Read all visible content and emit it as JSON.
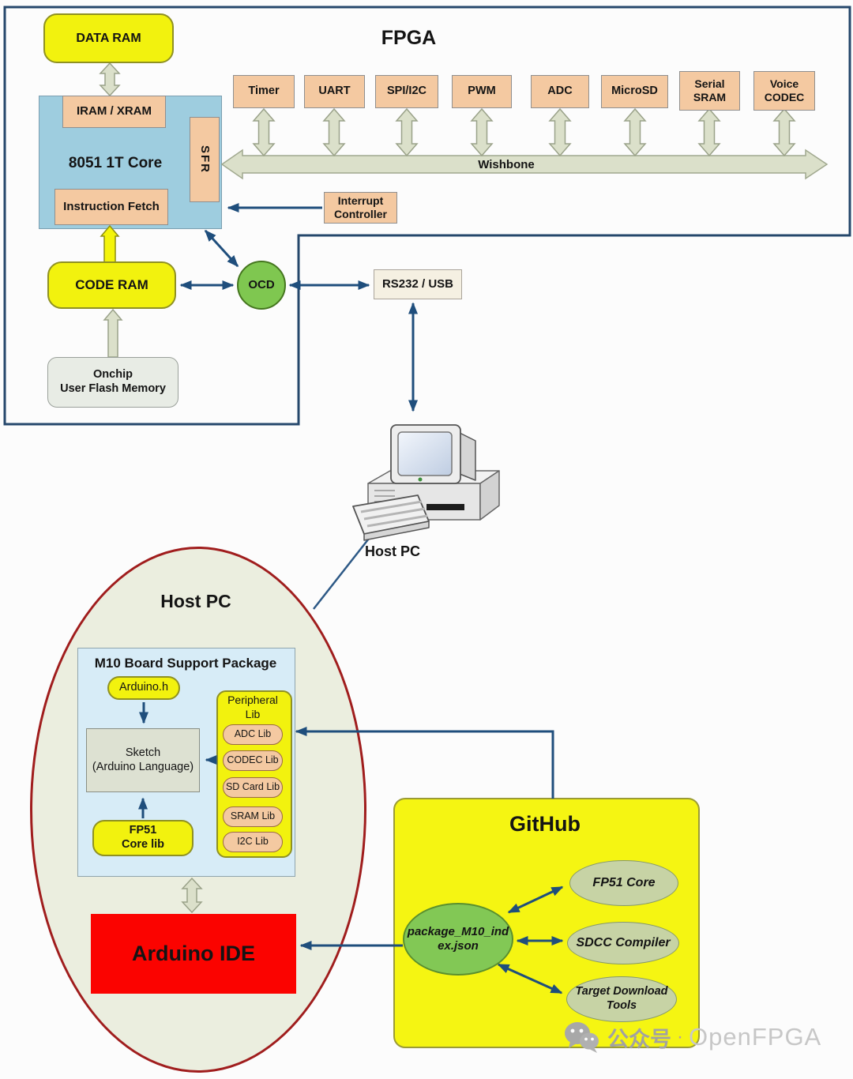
{
  "fpga": {
    "title": "FPGA",
    "bus_label": "Wishbone",
    "data_ram": "DATA RAM",
    "iram": "IRAM / XRAM",
    "core": "8051 1T Core",
    "sfr": "SFR",
    "fetch": "Instruction Fetch",
    "interrupt": {
      "line1": "Interrupt",
      "line2": "Controller"
    },
    "code_ram": "CODE RAM",
    "ocd": "OCD",
    "onchip": {
      "line1": "Onchip",
      "line2": "User Flash Memory"
    },
    "peripherals": [
      {
        "label": "Timer"
      },
      {
        "label": "UART"
      },
      {
        "label": "SPI/I2C"
      },
      {
        "label": "PWM"
      },
      {
        "label": "ADC"
      },
      {
        "label": "MicroSD"
      },
      {
        "line1": "Serial",
        "line2": "SRAM"
      },
      {
        "line1": "Voice",
        "line2": "CODEC"
      }
    ]
  },
  "io": {
    "rs232": "RS232 / USB",
    "pc_label": "Host PC"
  },
  "host_pc": {
    "title": "Host PC",
    "bsp_title": "M10 Board Support Package",
    "arduino_h": "Arduino.h",
    "sketch": {
      "line1": "Sketch",
      "line2": "(Arduino Language)"
    },
    "peripheral_lib": {
      "line1": "Peripheral",
      "line2": "Lib",
      "items": [
        {
          "label": "ADC Lib"
        },
        {
          "label": "CODEC Lib"
        },
        {
          "label": "SD Card Lib"
        },
        {
          "label": "SRAM Lib"
        },
        {
          "label": "I2C Lib"
        }
      ]
    },
    "fp51": {
      "line1": "FP51",
      "line2": "Core lib"
    },
    "arduino_ide": "Arduino IDE"
  },
  "github": {
    "title": "GitHub",
    "package": {
      "line1": "package_M10_ind",
      "line2": "ex.json"
    },
    "fp51_core": "FP51 Core",
    "sdcc": "SDCC Compiler",
    "target": {
      "line1": "Target Download",
      "line2": "Tools"
    }
  },
  "watermark": {
    "account": "公众号",
    "separator": "·",
    "brand": "OpenFPGA"
  },
  "colors": {
    "arrow_blue": "#1f4e7c",
    "box_peach": "#f4c9a1",
    "box_yellow": "#f2f20e",
    "core_blue": "#9ecddf",
    "ocd_green": "#7fc750",
    "ide_red": "#fb0300",
    "github_yellow": "#f5f512",
    "host_ellipse_fill": "#ebeedf",
    "host_ellipse_border": "#a01d1d",
    "bus_beige": "#dbe0ca",
    "repo_ellipse_green": "#c7d3a5",
    "package_green": "#82c855"
  }
}
